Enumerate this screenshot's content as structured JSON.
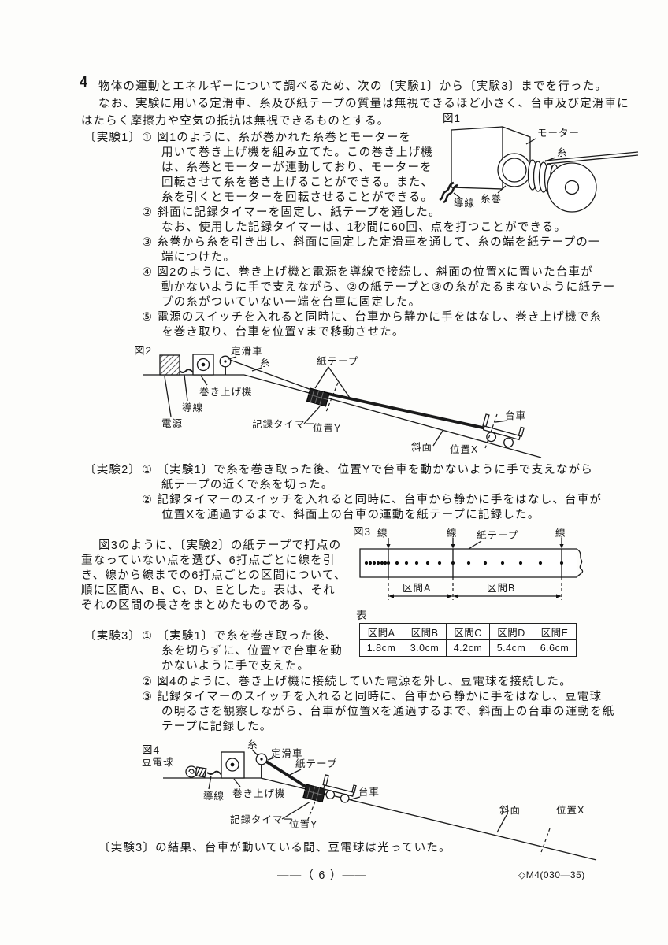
{
  "txt": {
    "q_no": "4",
    "intro_1": "物体の運動とエネルギーについて調べるため、次の〔実験1〕から〔実験3〕までを行った。",
    "intro_2": "なお、実験に用いる定滑車、糸及び紙テープの質量は無視できるほど小さく、台車及び定滑車に",
    "intro_3": "はたらく摩擦力や空気の抵抗は無視できるものとする。",
    "exp1_label": "〔実験1〕",
    "e1_l1": "① 図1のように、糸が巻かれた糸巻とモーターを",
    "e1_l2": "用いて巻き上げ機を組み立てた。この巻き上げ機",
    "e1_l3": "は、糸巻とモーターが連動しており、モーターを",
    "e1_l4": "回転させて糸を巻き上げることができる。また、",
    "e1_l5": "糸を引くとモーターを回転させることができる。",
    "e1_l6": "② 斜面に記録タイマーを固定し、紙テープを通した。",
    "e1_l7": "なお、使用した記録タイマーは、1秒間に60回、点を打つことができる。",
    "e1_l8": "③ 糸巻から糸を引き出し、斜面に固定した定滑車を通して、糸の端を紙テープの一",
    "e1_l9": "端につけた。",
    "e1_l10": "④ 図2のように、巻き上げ機と電源を導線で接続し、斜面の位置Xに置いた台車が",
    "e1_l11": "動かないように手で支えながら、②の紙テープと③の糸がたるまないように紙テー",
    "e1_l12": "プの糸がついていない一端を台車に固定した。",
    "e1_l13": "⑤ 電源のスイッチを入れると同時に、台車から静かに手をはなし、巻き上げ機で糸",
    "e1_l14": "を巻き取り、台車を位置Yまで移動させた。",
    "exp2_label": "〔実験2〕",
    "e2_l1": "① 〔実験1〕で糸を巻き取った後、位置Yで台車を動かないように手で支えながら",
    "e2_l2": "紙テープの近くで糸を切った。",
    "e2_l3": "② 記録タイマーのスイッチを入れると同時に、台車から静かに手をはなし、台車が",
    "e2_l4": "位置Xを通過するまで、斜面上の台車の運動を紙テープに記録した。",
    "f3p_l1": "図3のように、〔実験2〕の紙テープで打点の",
    "f3p_l2": "重なっていない点を選び、6打点ごとに線を引",
    "f3p_l3": "き、線から線までの6打点ごとの区間について、",
    "f3p_l4": "順に区間A、B、C、D、Eとした。表は、それ",
    "f3p_l5": "ぞれの区間の長さをまとめたものである。",
    "exp3_label": "〔実験3〕",
    "e3_l1": "① 〔実験1〕で糸を巻き取った後、",
    "e3_l2": "糸を切らずに、位置Yで台車を動",
    "e3_l3": "かないように手で支えた。",
    "e3_l4": "② 図4のように、巻き上げ機に接続していた電源を外し、豆電球を接続した。",
    "e3_l5": "③ 記録タイマーのスイッチを入れると同時に、台車から静かに手をはなし、豆電球",
    "e3_l6": "の明るさを観察しながら、台車が位置Xを通過するまで、斜面上の台車の運動を紙",
    "e3_l7": "テープに記録した。",
    "result": "〔実験3〕の結果、台車が動いている間、豆電球は光っていた。",
    "footer_page": "——（ 6 ）——",
    "footer_code": "◇M4(030—35)"
  },
  "fig1": {
    "title": "図1",
    "motor": "モーター",
    "thread": "糸",
    "lead": "導線",
    "spool": "糸巻"
  },
  "fig2": {
    "title": "図2",
    "pulley": "定滑車",
    "thread": "糸",
    "tape": "紙テープ",
    "winch": "巻き上げ機",
    "lead": "導線",
    "power": "電源",
    "timer": "記録タイマー",
    "pos_y": "位置Y",
    "slope": "斜面",
    "pos_x": "位置X",
    "cart": "台車"
  },
  "fig3": {
    "title": "図3",
    "line": "線",
    "tape": "紙テープ",
    "sec_a": "区間A",
    "sec_b": "区間B"
  },
  "tbl": {
    "title": "表",
    "headers": [
      "区間A",
      "区間B",
      "区間C",
      "区間D",
      "区間E"
    ],
    "values": [
      "1.8cm",
      "3.0cm",
      "4.2cm",
      "5.4cm",
      "6.6cm"
    ]
  },
  "fig4": {
    "title": "図4",
    "bulb": "豆電球",
    "thread": "糸",
    "pulley": "定滑車",
    "tape": "紙テープ",
    "lead": "導線",
    "winch": "巻き上げ機",
    "timer": "記録タイマー",
    "pos_y": "位置Y",
    "cart": "台車",
    "slope": "斜面",
    "pos_x": "位置X"
  }
}
